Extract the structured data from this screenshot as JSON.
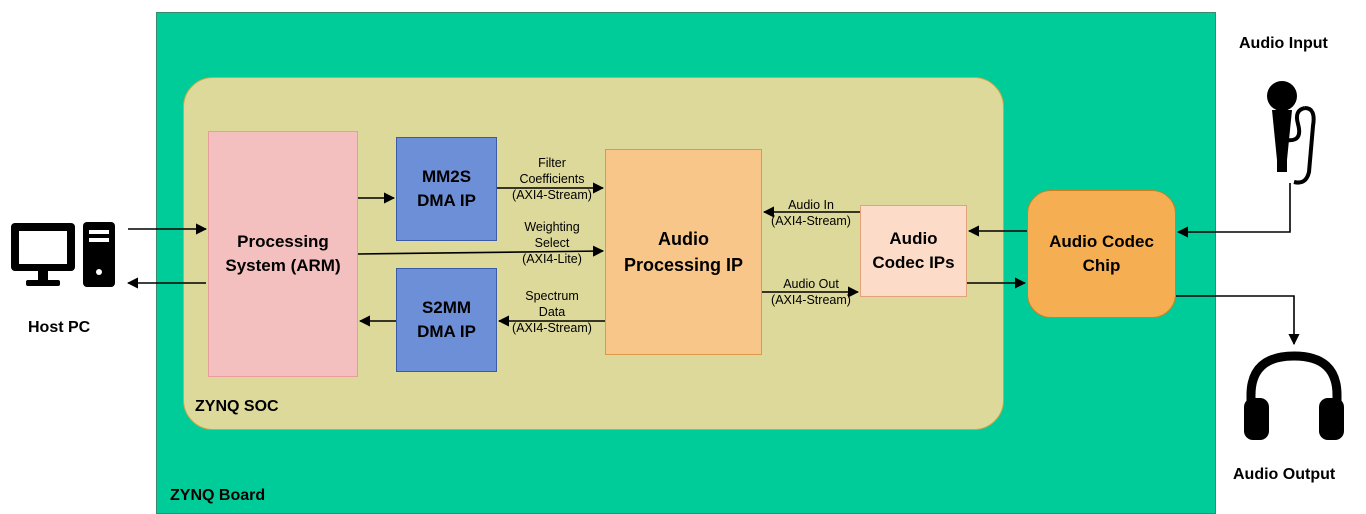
{
  "board": {
    "label": "ZYNQ Board"
  },
  "soc": {
    "label": "ZYNQ SOC"
  },
  "blocks": {
    "processing_system": "Processing\nSystem (ARM)",
    "mm2s_dma": "MM2S\nDMA IP",
    "s2mm_dma": "S2MM\nDMA IP",
    "audio_processing": "Audio\nProcessing IP",
    "audio_codec_ips": "Audio\nCodec IPs",
    "audio_codec_chip": "Audio Codec\nChip"
  },
  "signals": {
    "filter_coefficients": "Filter\nCoefficients\n(AXI4-Stream)",
    "weighting_select": "Weighting\nSelect\n(AXI4-Lite)",
    "spectrum_data": "Spectrum\nData\n(AXI4-Stream)",
    "audio_in": "Audio In\n(AXI4-Stream)",
    "audio_out": "Audio Out\n(AXI4-Stream)"
  },
  "external": {
    "host_pc": "Host PC",
    "audio_input": "Audio Input",
    "audio_output": "Audio Output"
  },
  "icons": {
    "host_pc": "desktop-computer-icon",
    "audio_input": "microphone-icon",
    "audio_output": "headphones-icon"
  },
  "colors": {
    "board": "#00cc99",
    "soc": "#ddd99b",
    "processing_system": "#f4bfbf",
    "dma": "#6d8fd8",
    "audio_processing": "#f9c68a",
    "codec_ips": "#fcdcc8",
    "codec_chip": "#f5ae52"
  }
}
